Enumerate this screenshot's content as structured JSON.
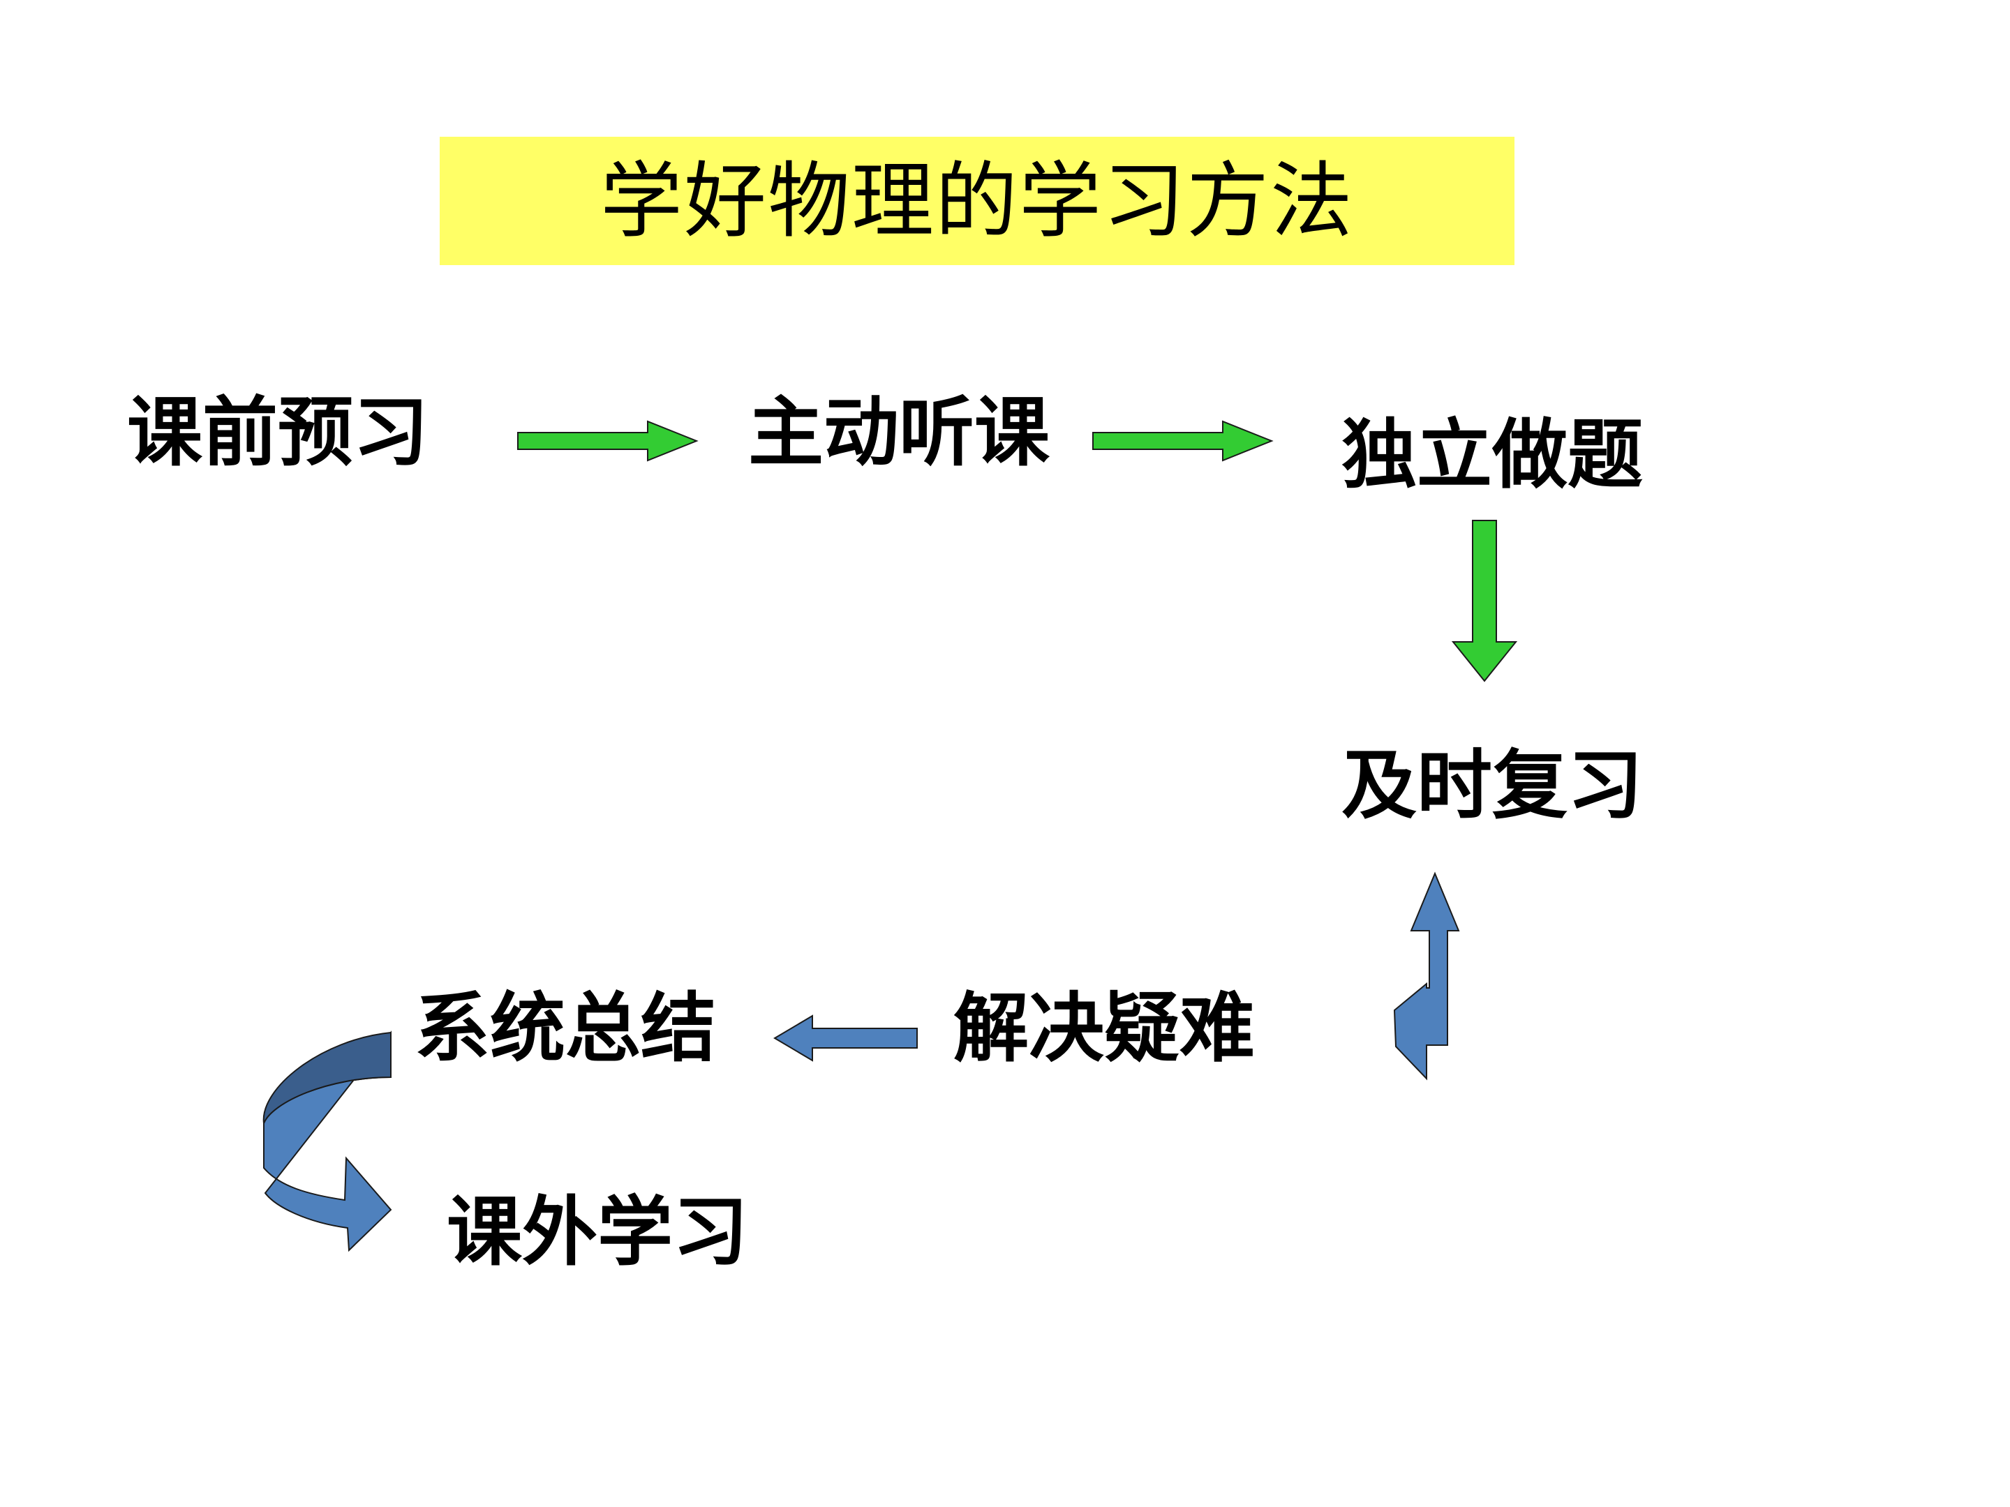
{
  "title": "学好物理的学习方法",
  "nodes": {
    "preview": "课前预习",
    "listen": "主动听课",
    "practice": "独立做题",
    "review": "及时复习",
    "solve": "解决疑难",
    "summary": "系统总结",
    "extracurricular": "课外学习"
  },
  "colors": {
    "title_bg": "#ffff66",
    "green_arrow": "#33cc33",
    "blue_arrow": "#4f81bd",
    "blue_arrow_dark": "#3a5e8c"
  }
}
